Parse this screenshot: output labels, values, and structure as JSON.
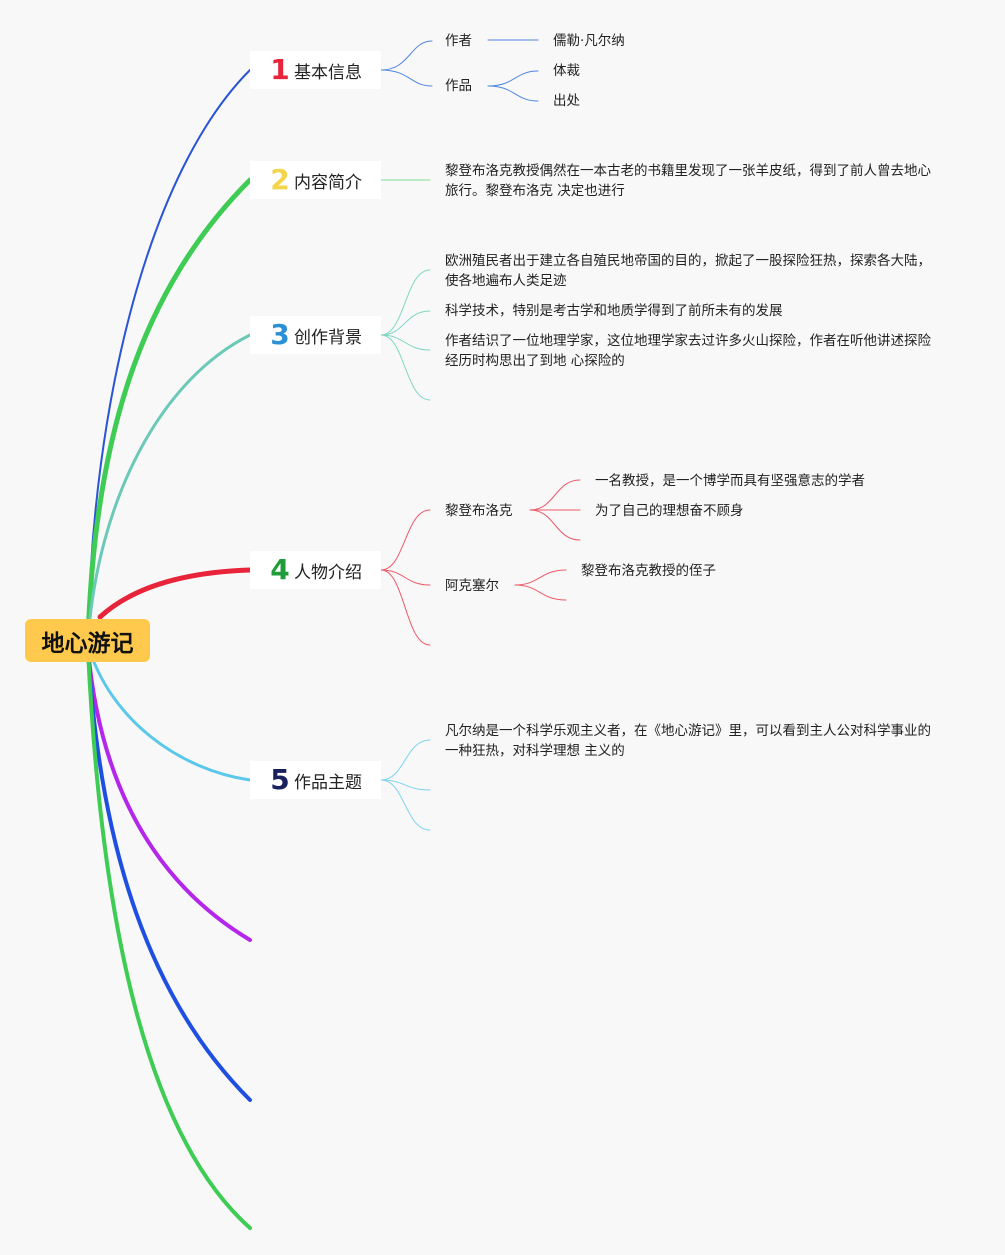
{
  "root": {
    "label": "地心游记"
  },
  "branches": [
    {
      "num": "1",
      "label": "基本信息",
      "color": "#e8243a"
    },
    {
      "num": "2",
      "label": "内容简介",
      "color": "#f2d54c"
    },
    {
      "num": "3",
      "label": "创作背景",
      "color": "#2c90d6"
    },
    {
      "num": "4",
      "label": "人物介绍",
      "color": "#1f9d3a"
    },
    {
      "num": "5",
      "label": "作品主题",
      "color": "#18205e"
    }
  ],
  "basic_info": {
    "author_key": "作者",
    "author_value": "儒勒·凡尔纳",
    "work_key": "作品",
    "work_children": [
      "体裁",
      "出处"
    ]
  },
  "summary": {
    "text": "黎登布洛克教授偶然在一本古老的书籍里发现了一张羊皮纸，得到了前人曾去地心旅行。黎登布洛克 决定也进行"
  },
  "background": {
    "items": [
      "欧洲殖民者出于建立各自殖民地帝国的目的，掀起了一股探险狂热，探索各大陆，使各地遍布人类足迹",
      "科学技术，特别是考古学和地质学得到了前所未有的发展",
      "作者结识了一位地理学家，这位地理学家去过许多火山探险，作者在听他讲述探险经历时构思出了到地 心探险的"
    ]
  },
  "characters": {
    "c1_name": "黎登布洛克",
    "c1_items": [
      "一名教授，是一个博学而具有坚强意志的学者",
      "为了自己的理想奋不顾身"
    ],
    "c2_name": "阿克塞尔",
    "c2_items": [
      "黎登布洛克教授的侄子"
    ]
  },
  "theme": {
    "text": "凡尔纳是一个科学乐观主义者，在《地心游记》里，可以看到主人公对科学事业的一种狂热，对科学理想 主义的"
  },
  "line_colors": {
    "b1": "#2a54d4",
    "b2": "#3fcc55",
    "b3": "#6cc9b8",
    "b4": "#e8243a",
    "b5": "#5bc8ea",
    "extra_purple": "#b326ea",
    "extra_blue": "#1e4fe0",
    "extra_green": "#3fcc55",
    "sub_b1": "#4f86e0",
    "sub_b2": "#7fdc8f",
    "sub_b3": "#7ed6c3",
    "sub_b4": "#ee5a6a",
    "sub_b5": "#7fd4ef"
  }
}
